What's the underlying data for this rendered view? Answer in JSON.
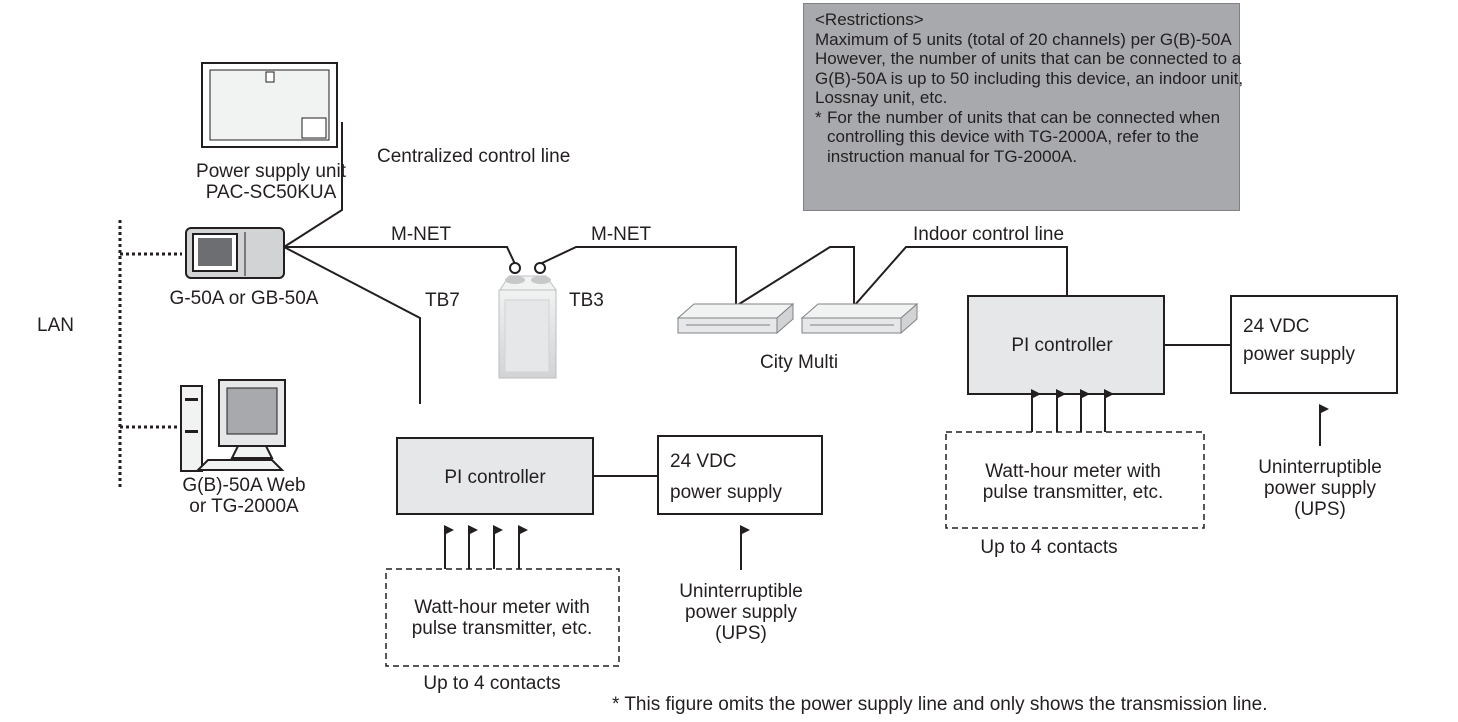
{
  "restrictions": {
    "heading": "<Restrictions>",
    "line1": "Maximum of 5 units (total of 20 channels) per G(B)-50A",
    "line2": "However, the number of units that can be connected to a",
    "line3": "G(B)-50A is up to 50 including this device, an indoor unit,",
    "line4": "Lossnay unit, etc.",
    "note_marker": "*",
    "note": "For the number of units that can be connected when controlling this device with TG-2000A, refer to the instruction manual for TG-2000A."
  },
  "labels": {
    "power_supply_unit_1": "Power supply unit",
    "power_supply_unit_2": "PAC-SC50KUA",
    "centralized_control_line": "Centralized control line",
    "gateway": "G-50A or GB-50A",
    "lan": "LAN",
    "pc_1": "G(B)-50A Web",
    "pc_2": "or TG-2000A",
    "mnet_1": "M-NET",
    "mnet_2": "M-NET",
    "tb7": "TB7",
    "tb3": "TB3",
    "indoor_control_line": "Indoor control line",
    "city_multi": "City Multi",
    "pi_controller_left": "PI controller",
    "pi_controller_right": "PI controller",
    "dc_left_1": "24 VDC",
    "dc_left_2": "power supply",
    "dc_right_1": "24 VDC",
    "dc_right_2": "power supply",
    "ups_left_1": "Uninterruptible",
    "ups_left_2": "power supply",
    "ups_left_3": "(UPS)",
    "ups_right_1": "Uninterruptible",
    "ups_right_2": "power supply",
    "ups_right_3": "(UPS)",
    "meter_left_1": "Watt-hour meter with",
    "meter_left_2": "pulse transmitter, etc.",
    "meter_right_1": "Watt-hour meter with",
    "meter_right_2": "pulse transmitter, etc.",
    "contacts_left": "Up to 4 contacts",
    "contacts_right": "Up to 4 contacts"
  },
  "footnote": "* This figure omits the power supply line and only shows the transmission line."
}
